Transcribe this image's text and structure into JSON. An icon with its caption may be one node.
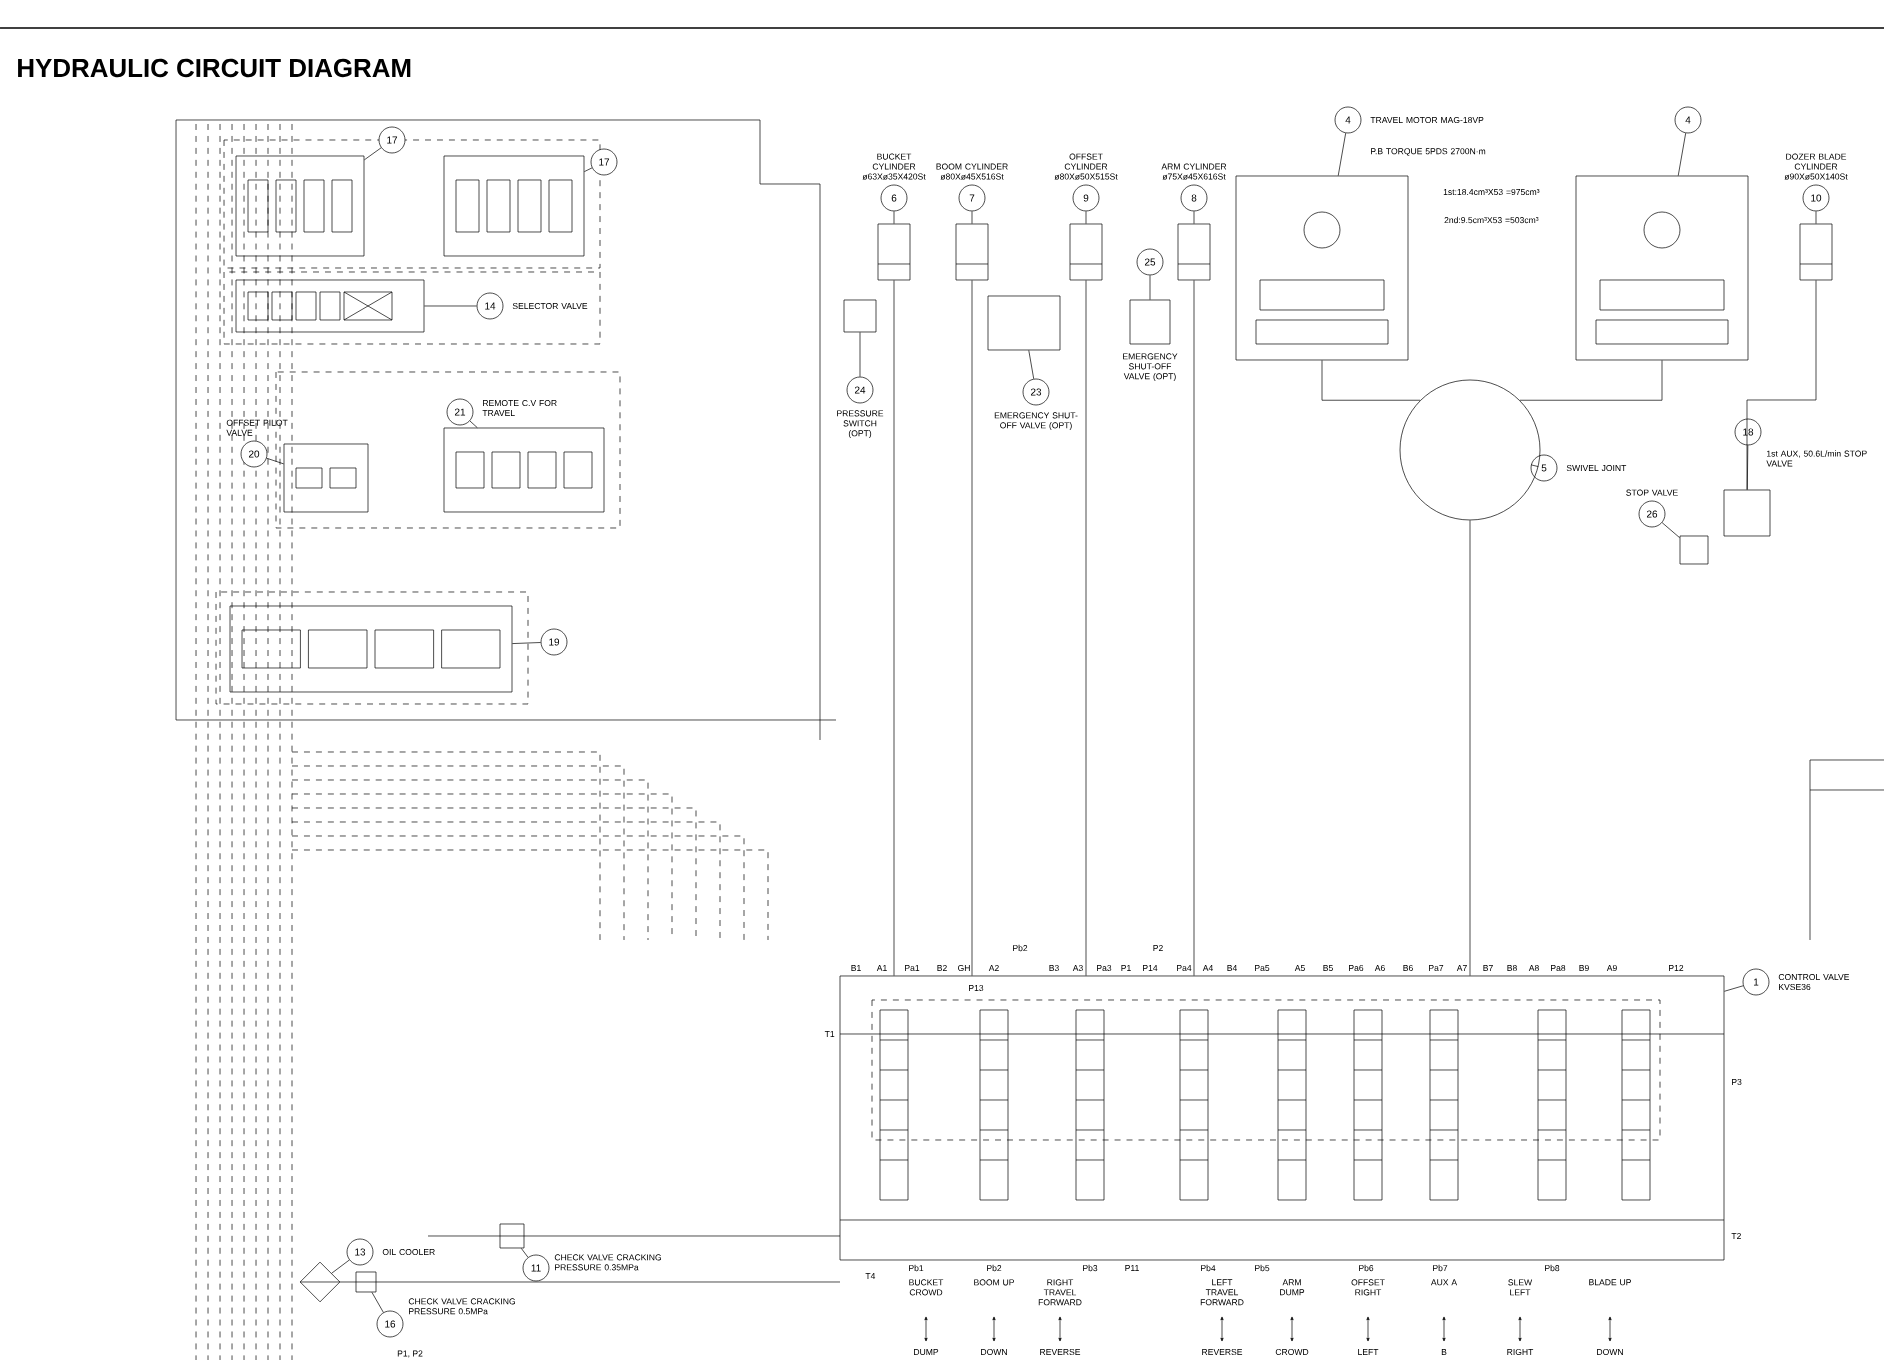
{
  "diagram": {
    "title": "HYDRAULIC CIRCUIT DIAGRAM",
    "nodes": [
      {
        "text": [
          "17"
        ]
      },
      {
        "text": [],
        "shape": "box"
      },
      {
        "text": [
          "17"
        ]
      },
      {
        "text": [],
        "shape": "box"
      },
      {
        "text": [
          "14"
        ],
        "beside": [
          "SELECTOR VALVE"
        ]
      },
      {
        "text": [],
        "shape": "box"
      },
      {
        "text": [
          "21"
        ],
        "beside": [
          "REMOTE C.V FOR TRAVEL"
        ]
      },
      {
        "text": [],
        "shape": "box"
      },
      {
        "text": [
          "20"
        ],
        "beside": [
          "OFFSET PILOT VALVE"
        ]
      },
      {
        "text": [],
        "shape": "box"
      },
      {
        "text": [
          "19"
        ]
      },
      {
        "text": [],
        "shape": "box"
      },
      {
        "text": [
          "6"
        ],
        "beside": [
          "BUCKET CYLINDER ø63Xø35X420St"
        ]
      },
      {
        "text": [],
        "shape": "box"
      },
      {
        "text": [
          "7"
        ],
        "beside": [
          "BOOM CYLINDER ø80Xø45X516St"
        ]
      },
      {
        "text": [],
        "shape": "box"
      },
      {
        "text": [
          "9"
        ],
        "beside": [
          "OFFSET CYLINDER ø80Xø50X515St"
        ]
      },
      {
        "text": [],
        "shape": "box"
      },
      {
        "text": [
          "8"
        ],
        "beside": [
          "ARM CYLINDER ø75Xø45X616St"
        ]
      },
      {
        "text": [],
        "shape": "box"
      },
      {
        "text": [
          "4"
        ],
        "beside": [
          "TRAVEL MOTOR MAG-18VP",
          "P.B TORQUE 5PDS 2700N·m"
        ]
      },
      {
        "text": [],
        "shape": "box"
      },
      {
        "text": [
          "4"
        ]
      },
      {
        "text": [],
        "shape": "box"
      },
      {
        "text": [
          "10"
        ],
        "beside": [
          "DOZER BLADE CYLINDER ø90Xø50X140St"
        ]
      },
      {
        "text": [],
        "shape": "box"
      },
      {
        "text": [
          "24"
        ],
        "beside": [
          "PRESSURE SWITCH (OPT)"
        ]
      },
      {
        "text": [],
        "shape": "box"
      },
      {
        "text": [
          "23"
        ],
        "beside": [
          "EMERGENCY SHUT-OFF VALVE (OPT)"
        ]
      },
      {
        "text": [],
        "shape": "box"
      },
      {
        "text": [
          "25"
        ]
      },
      {
        "text": [],
        "shape": "box"
      },
      {
        "text": [
          "5"
        ],
        "beside": [
          "SWIVEL JOINT"
        ]
      },
      {
        "text": [],
        "shape": "circle"
      },
      {
        "text": [
          "18"
        ],
        "beside": [
          "1st AUX, 50.6L/min STOP VALVE"
        ]
      },
      {
        "text": [],
        "shape": "box"
      },
      {
        "text": [
          "26"
        ],
        "beside": [
          "STOP VALVE"
        ]
      },
      {
        "text": [],
        "shape": "box"
      },
      {
        "text": [
          "1"
        ],
        "beside": [
          "CONTROL VALVE KVSE36"
        ]
      },
      {
        "text": [],
        "shape": "box"
      },
      {
        "text": [
          "13"
        ],
        "beside": [
          "OIL COOLER"
        ]
      },
      {
        "text": [],
        "shape": "diamond"
      },
      {
        "text": [
          "11"
        ],
        "beside": [
          "CHECK VALVE CRACKING PRESSURE 0.35MPa"
        ]
      },
      {
        "text": [],
        "shape": "box"
      },
      {
        "text": [
          "16"
        ],
        "beside": [
          "CHECK VALVE CRACKING PRESSURE 0.5MPa"
        ]
      },
      {
        "text": [],
        "shape": "box"
      }
    ],
    "edges": [
      {
        "from": 0,
        "to": 1,
        "arrow": "none"
      },
      {
        "from": 2,
        "to": 3,
        "arrow": "none"
      },
      {
        "from": 4,
        "to": 5,
        "arrow": "none"
      },
      {
        "from": 6,
        "to": 7,
        "arrow": "none"
      },
      {
        "from": 8,
        "to": 9,
        "arrow": "none"
      },
      {
        "from": 10,
        "to": 11,
        "arrow": "none"
      },
      {
        "from": 12,
        "to": 13,
        "arrow": "none"
      },
      {
        "from": 14,
        "to": 15,
        "arrow": "none"
      },
      {
        "from": 16,
        "to": 17,
        "arrow": "none"
      },
      {
        "from": 18,
        "to": 19,
        "arrow": "none"
      },
      {
        "from": 20,
        "to": 21,
        "arrow": "none"
      },
      {
        "from": 22,
        "to": 23,
        "arrow": "none"
      },
      {
        "from": 24,
        "to": 25,
        "arrow": "none"
      },
      {
        "from": 26,
        "to": 27,
        "arrow": "none"
      },
      {
        "from": 28,
        "to": 29,
        "arrow": "none"
      },
      {
        "from": 30,
        "to": 31,
        "arrow": "none"
      },
      {
        "from": 32,
        "to": 33,
        "arrow": "none"
      },
      {
        "from": 34,
        "to": 35,
        "arrow": "none"
      },
      {
        "from": 36,
        "to": 37,
        "arrow": "none"
      },
      {
        "from": 38,
        "to": 39,
        "arrow": "none"
      },
      {
        "from": 40,
        "to": 41,
        "arrow": "none"
      },
      {
        "from": 42,
        "to": 43,
        "arrow": "none"
      },
      {
        "from": 44,
        "to": 45,
        "arrow": "none"
      },
      {
        "from": 13,
        "to": 39,
        "arrow": "none"
      },
      {
        "from": 15,
        "to": 39,
        "arrow": "none"
      },
      {
        "from": 17,
        "to": 39,
        "arrow": "none"
      },
      {
        "from": 19,
        "to": 39,
        "arrow": "none"
      },
      {
        "from": 21,
        "to": 33,
        "arrow": "none"
      },
      {
        "from": 23,
        "to": 33,
        "arrow": "none"
      },
      {
        "from": 33,
        "to": 39,
        "arrow": "none"
      },
      {
        "from": 25,
        "to": 35,
        "arrow": "none"
      }
    ],
    "labels": [
      "B1",
      "A1",
      "Pa1",
      "B2",
      "GH",
      "A2",
      "P13",
      "Pb2",
      "B3",
      "A3",
      "Pa3",
      "P1",
      "P14",
      "P2",
      "Pa4",
      "A4",
      "B4",
      "Pa5",
      "A5",
      "B5",
      "Pa6",
      "A6",
      "B6",
      "Pa7",
      "A7",
      "B7",
      "B8",
      "A8",
      "Pa8",
      "B9",
      "A9",
      "P12",
      "T1",
      "P3",
      "T2",
      "T4",
      "Pb1",
      "BUCKET CROWD",
      "DUMP",
      "Pb2",
      "BOOM UP",
      "DOWN",
      "RIGHT TRAVEL FORWARD",
      "REVERSE",
      "Pb3",
      "P11",
      "Pb4",
      "LEFT TRAVEL FORWARD",
      "REVERSE",
      "Pb5",
      "ARM DUMP",
      "CROWD",
      "Pb6",
      "OFFSET RIGHT",
      "LEFT",
      "Pb7",
      "AUX A",
      "B",
      "SLEW LEFT",
      "RIGHT",
      "Pb8",
      "BLADE UP",
      "DOWN",
      "P1, P2",
      "1st:18.4cm³X53 =975cm³",
      "2nd:9.5cm³X53 =503cm³",
      "EMERGENCY SHUT-OFF VALVE (OPT)"
    ]
  }
}
